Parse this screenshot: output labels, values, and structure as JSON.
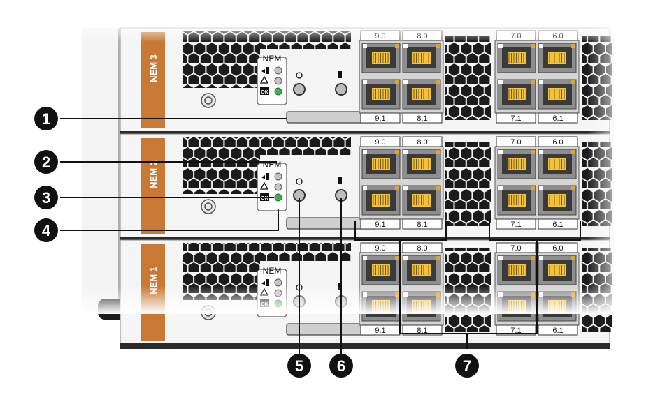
{
  "modules": [
    {
      "label": "NEM 3",
      "ports": [
        "9.0",
        "8.0",
        "7.0",
        "6.0"
      ],
      "ports_bottom": [
        "9.1",
        "8.1",
        "7.1",
        "6.1"
      ]
    },
    {
      "label": "NEM 2",
      "ports": [
        "9.0",
        "8.0",
        "7.0",
        "6.0"
      ],
      "ports_bottom": [
        "9.1",
        "8.1",
        "7.1",
        "6.1"
      ]
    },
    {
      "label": "NEM 1",
      "ports": [
        "9.0",
        "8.0",
        "7.0",
        "6.0"
      ],
      "ports_bottom": [
        "9.1",
        "8.1",
        "7.1",
        "6.1"
      ]
    }
  ],
  "indicator_panel_label": "NEM",
  "ok_label": "OK",
  "callouts": [
    "1",
    "2",
    "3",
    "4",
    "5",
    "6",
    "7"
  ],
  "colors": {
    "nem_stripe": "#c87a34",
    "callout": "#111111",
    "led_ok": "#3db54a",
    "port_led": "#e0a52a",
    "chassis": "#f3f3f3"
  }
}
